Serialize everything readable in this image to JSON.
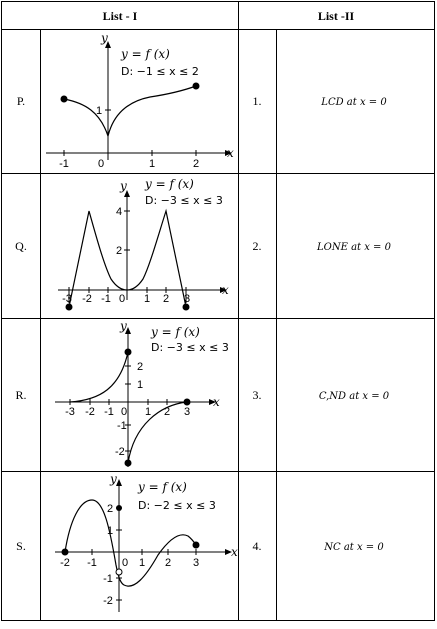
{
  "headers": {
    "list1": "List - I",
    "list2": "List -II"
  },
  "rows": [
    {
      "label": "P.",
      "graph": {
        "eq": "y = f (x)",
        "domain": "D: −1 ≤ x ≤ 2",
        "x_ticks": [
          "-1",
          "0",
          "1",
          "2"
        ],
        "y_ticks": [
          "1"
        ],
        "x_axis": "x",
        "y_axis": "y"
      },
      "num": "1.",
      "option": "LCD at x = 0"
    },
    {
      "label": "Q.",
      "graph": {
        "eq": "y = f (x)",
        "domain": "D: −3 ≤ x ≤ 3",
        "x_ticks": [
          "-3",
          "-2",
          "-1",
          "0",
          "1",
          "2",
          "3"
        ],
        "y_ticks": [
          "4",
          "2"
        ],
        "x_axis": "x",
        "y_axis": "y"
      },
      "num": "2.",
      "option": "LONE at x = 0"
    },
    {
      "label": "R.",
      "graph": {
        "eq": "y = f (x)",
        "domain": "D: −3 ≤ x ≤ 3",
        "x_ticks": [
          "-3",
          "-2",
          "-1",
          "0",
          "1",
          "2",
          "3"
        ],
        "y_ticks": [
          "2",
          "1",
          "-1",
          "-2"
        ],
        "x_axis": "x",
        "y_axis": "y"
      },
      "num": "3.",
      "option": "C,ND at x = 0"
    },
    {
      "label": "S.",
      "graph": {
        "eq": "y = f (x)",
        "domain": "D: −2 ≤ x ≤ 3",
        "x_ticks": [
          "-2",
          "-1",
          "0",
          "1",
          "2",
          "3"
        ],
        "y_ticks": [
          "2",
          "1",
          "-1",
          "-2"
        ],
        "x_axis": "x",
        "y_axis": "y"
      },
      "num": "4.",
      "option": "NC at x = 0"
    }
  ]
}
